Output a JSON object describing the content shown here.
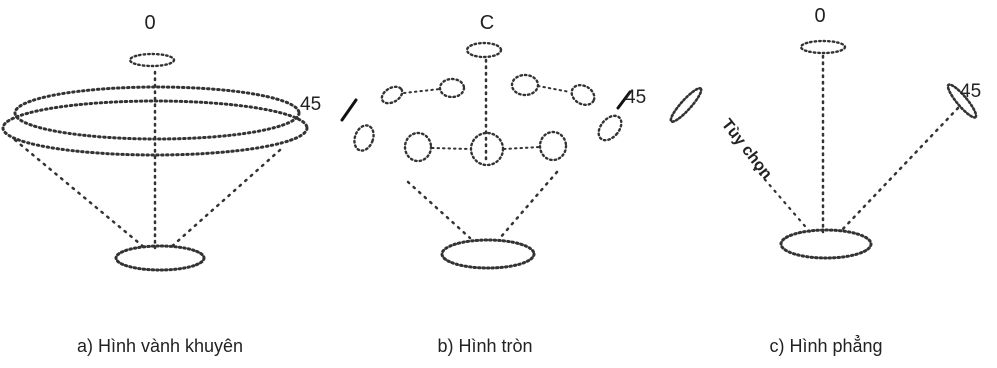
{
  "panels": [
    {
      "top_label": "0",
      "angle_label": "45",
      "caption": "a) Hình vành khuyên"
    },
    {
      "top_label": "C",
      "angle_label": "45",
      "caption": "b) Hình tròn"
    },
    {
      "top_label": "0",
      "angle_label": "45",
      "caption": "c) Hình phẳng",
      "side_label": "Tùy chọn"
    }
  ]
}
